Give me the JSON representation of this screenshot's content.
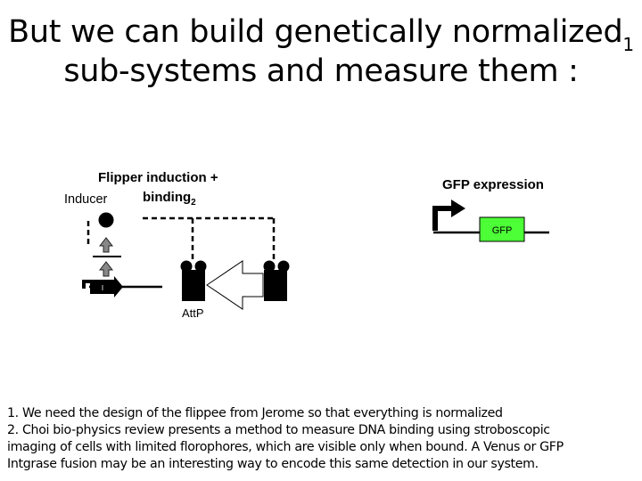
{
  "slide": {
    "title_line1": "But we can build genetically normalized",
    "title_sup": "1",
    "title_line2": "sub-systems and measure them :"
  },
  "diagram": {
    "flipper_heading_line1": "Flipper induction +",
    "flipper_heading_line2": "binding",
    "flipper_heading_sub": "2",
    "inducer_label": "Inducer",
    "gene_label": "I",
    "attp_label": "AttP",
    "gfp_heading": "GFP expression",
    "gfp_label": "GFP",
    "colors": {
      "gfp_fill": "#4cff36",
      "arrow_gray": "#888888",
      "ink": "#000000"
    },
    "icons": [
      "promoter-arrow-icon",
      "gene-arrow-icon",
      "induction-arrow-icon",
      "binding-site-icon",
      "flip-arrow-icon"
    ]
  },
  "footnotes": [
    "1. We need the design of the flippee from Jerome so that everything is normalized",
    "2. Choi bio-physics review presents a method to measure DNA binding using stroboscopic",
    "imaging of cells with limited florophores, which are visible only when bound.  A Venus or GFP",
    "Intgrase fusion may be an interesting way to encode this same detection in our system."
  ]
}
